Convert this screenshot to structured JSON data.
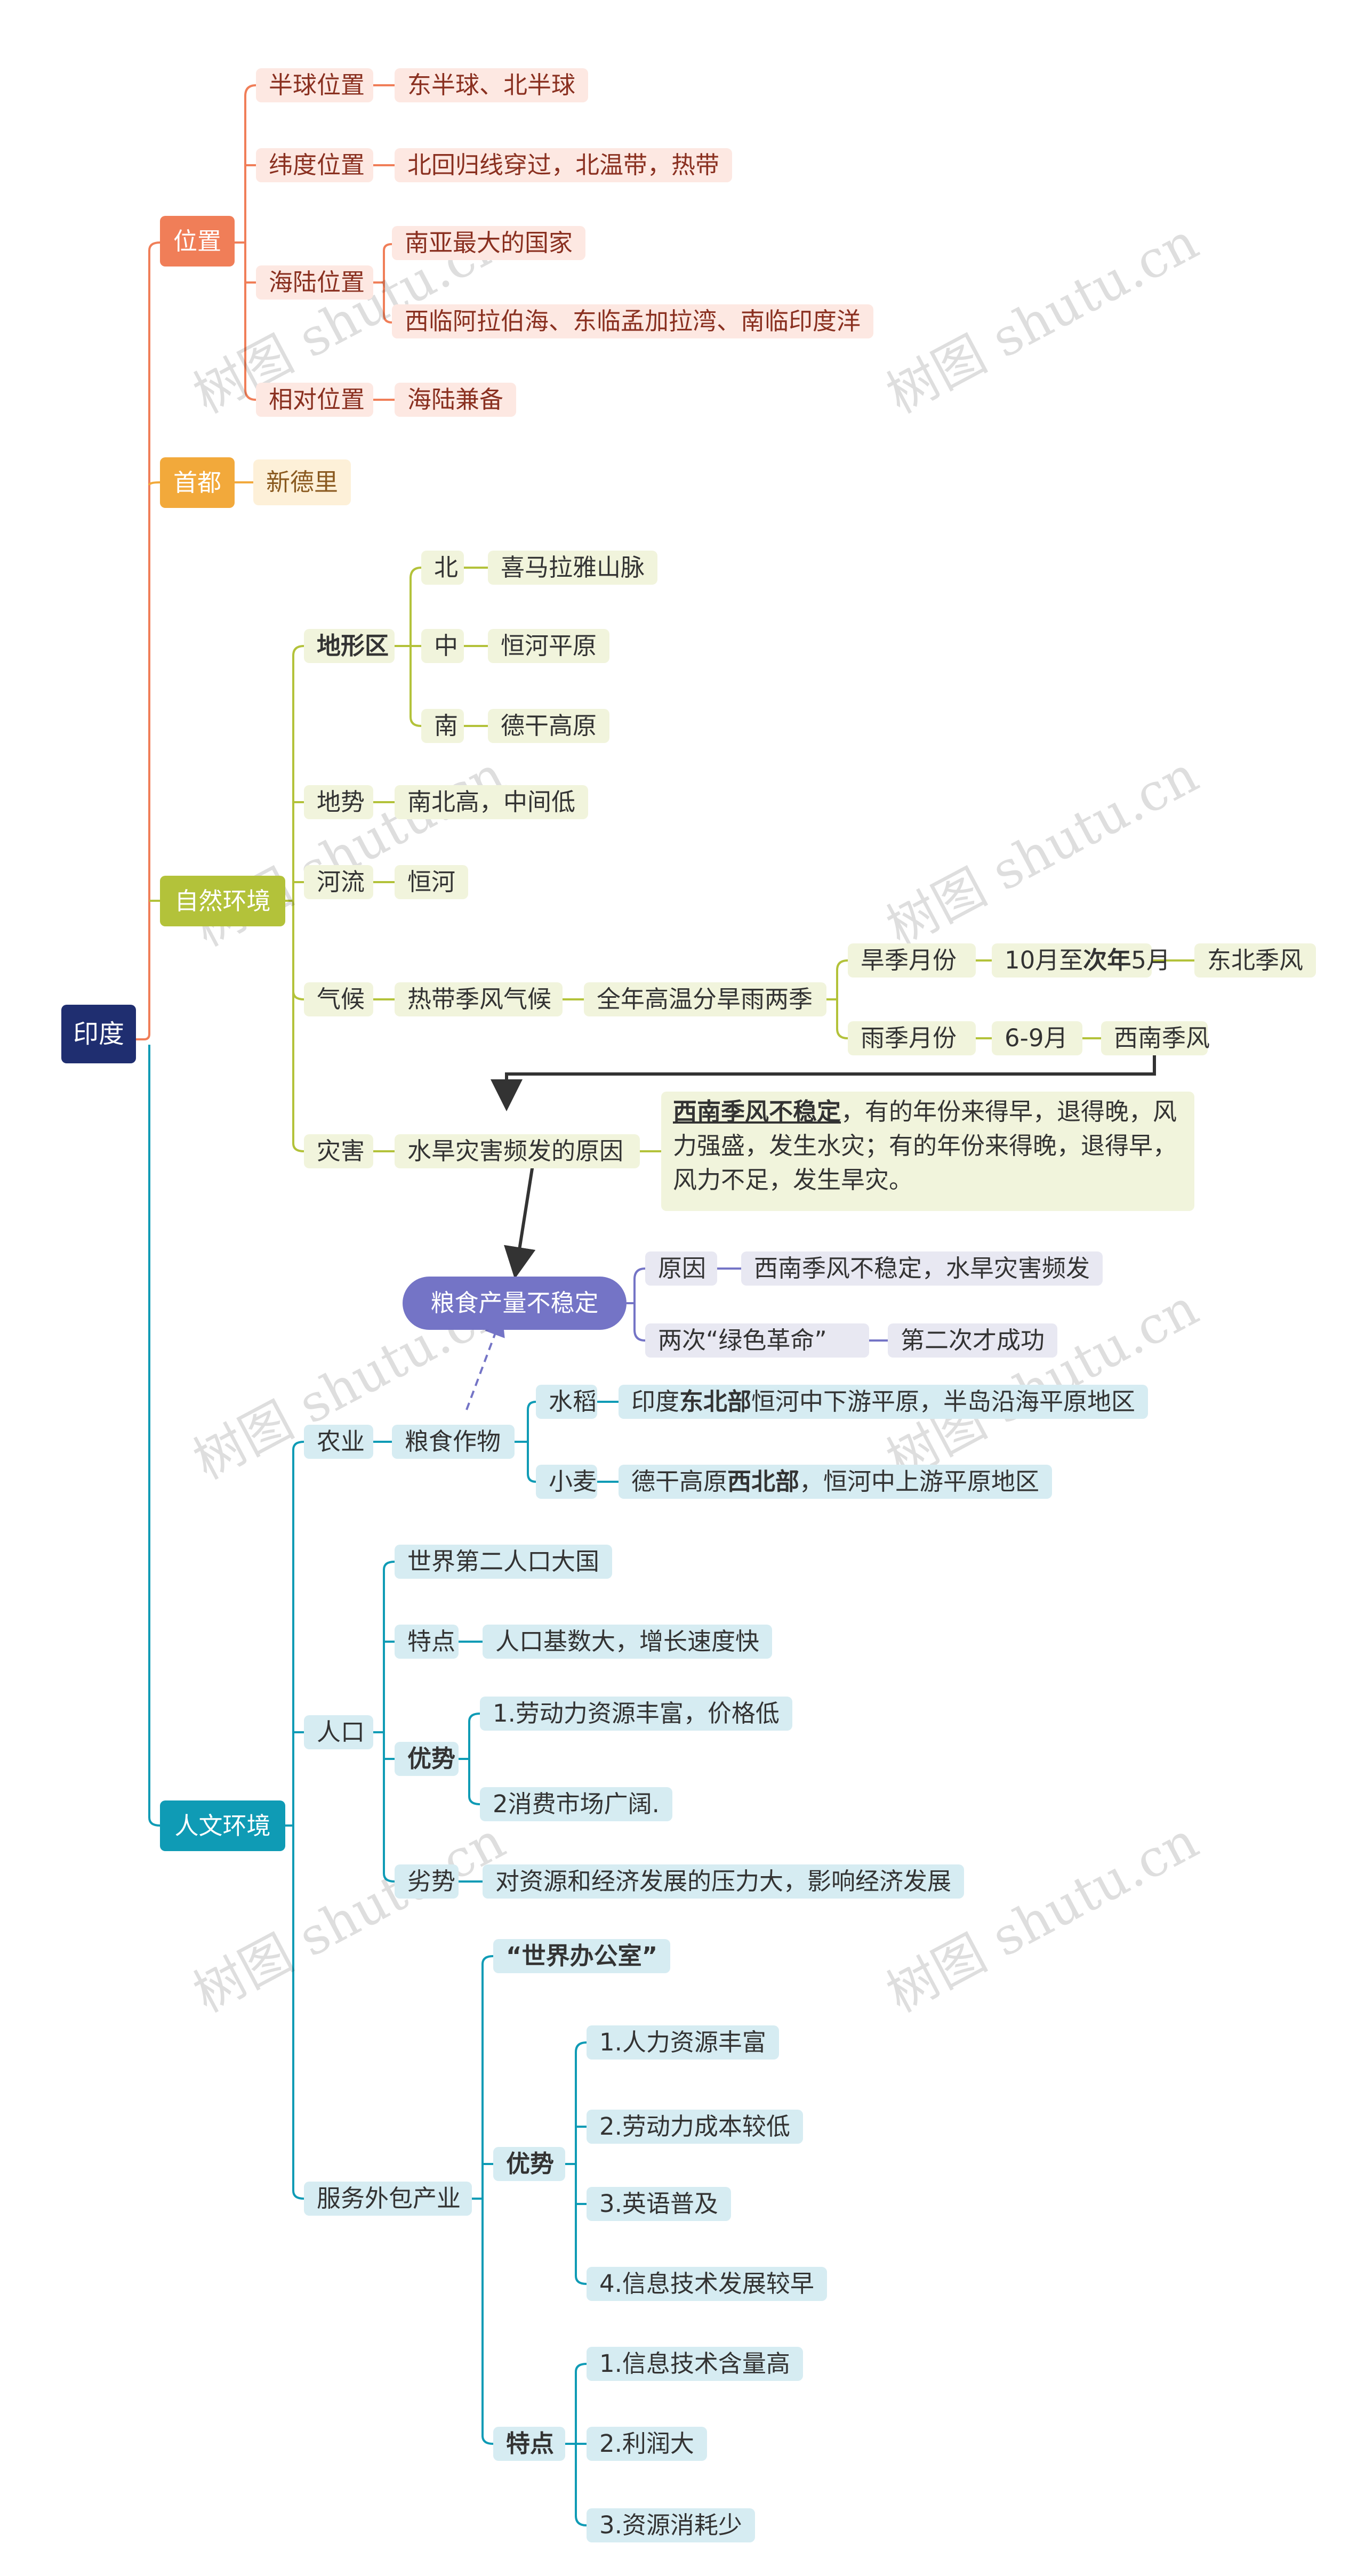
{
  "root": "印度",
  "location": {
    "label": "位置",
    "hemisphere": {
      "label": "半球位置",
      "value": "东半球、北半球"
    },
    "latitude": {
      "label": "纬度位置",
      "value": "北回归线穿过，北温带，热带"
    },
    "sea_land": {
      "label": "海陆位置",
      "values": [
        "南亚最大的国家",
        "西临阿拉伯海、东临孟加拉湾、南临印度洋"
      ]
    },
    "relative": {
      "label": "相对位置",
      "value": "海陆兼备"
    }
  },
  "capital": {
    "label": "首都",
    "value": "新德里"
  },
  "nature": {
    "label": "自然环境",
    "terrain": {
      "label": "地形区",
      "north": {
        "label": "北",
        "value": "喜马拉雅山脉"
      },
      "middle": {
        "label": "中",
        "value": "恒河平原"
      },
      "south": {
        "label": "南",
        "value": "德干高原"
      }
    },
    "relief": {
      "label": "地势",
      "value": "南北高，中间低"
    },
    "river": {
      "label": "河流",
      "value": "恒河"
    },
    "climate": {
      "label": "气候",
      "type": "热带季风气候",
      "feature": "全年高温分旱雨两季",
      "dry": {
        "label": "旱季月份",
        "months_pre": "10月至",
        "months_bold": "次年",
        "months_post": "5月",
        "wind": "东北季风"
      },
      "wet": {
        "label": "雨季月份",
        "months": "6-9月",
        "wind": "西南季风"
      }
    },
    "disaster": {
      "label": "灾害",
      "cause_label": "水旱灾害频发的原因",
      "cause_bold": "西南季风不稳定",
      "cause_rest": "，有的年份来得早，退得晚，风力强盛，发生水灾；有的年份来得晚，退得早，风力不足，发生旱灾。"
    }
  },
  "grain": {
    "label": "粮食产量不稳定",
    "reason": {
      "label": "原因",
      "value": "西南季风不稳定，水旱灾害频发"
    },
    "revolution": {
      "label": "两次“绿色革命”",
      "value": "第二次才成功"
    }
  },
  "human": {
    "label": "人文环境",
    "agriculture": {
      "label": "农业",
      "crops": "粮食作物",
      "rice": {
        "label": "水稻",
        "pre": "印度",
        "bold": "东北部",
        "post": "恒河中下游平原，半岛沿海平原地区"
      },
      "wheat": {
        "label": "小麦",
        "pre": "德干高原",
        "bold": "西北部",
        "post": "，恒河中上游平原地区"
      }
    },
    "population": {
      "label": "人口",
      "rank": "世界第二人口大国",
      "feature": {
        "label": "特点",
        "value": "人口基数大，增长速度快"
      },
      "advantage": {
        "label": "优势",
        "items": [
          "1.劳动力资源丰富，价格低",
          "2消费市场广阔."
        ]
      },
      "disadvantage": {
        "label": "劣势",
        "value": "对资源和经济发展的压力大，影响经济发展"
      }
    },
    "outsourcing": {
      "label": "服务外包产业",
      "title": "“世界办公室”",
      "advantage": {
        "label": "优势",
        "items": [
          "1.人力资源丰富",
          "2.劳动力成本较低",
          "3.英语普及",
          "4.信息技术发展较早"
        ]
      },
      "feature": {
        "label": "特点",
        "items": [
          "1.信息技术含量高",
          "2.利润大",
          "3.资源消耗少"
        ]
      }
    }
  },
  "watermarks": [
    "树图 shutu.cn",
    "树图 shutu.cn",
    "树图 shutu.cn",
    "树图 shutu.cn",
    "树图 shutu.cn",
    "树图 shutu.cn",
    "树图 shutu.cn",
    "树图 shutu.cn"
  ],
  "colors": {
    "root": "#1f2e70",
    "location": "#f07e58",
    "capital": "#f2a93b",
    "nature": "#b3c23a",
    "human": "#0f9bb5",
    "grain": "#7474c6"
  }
}
